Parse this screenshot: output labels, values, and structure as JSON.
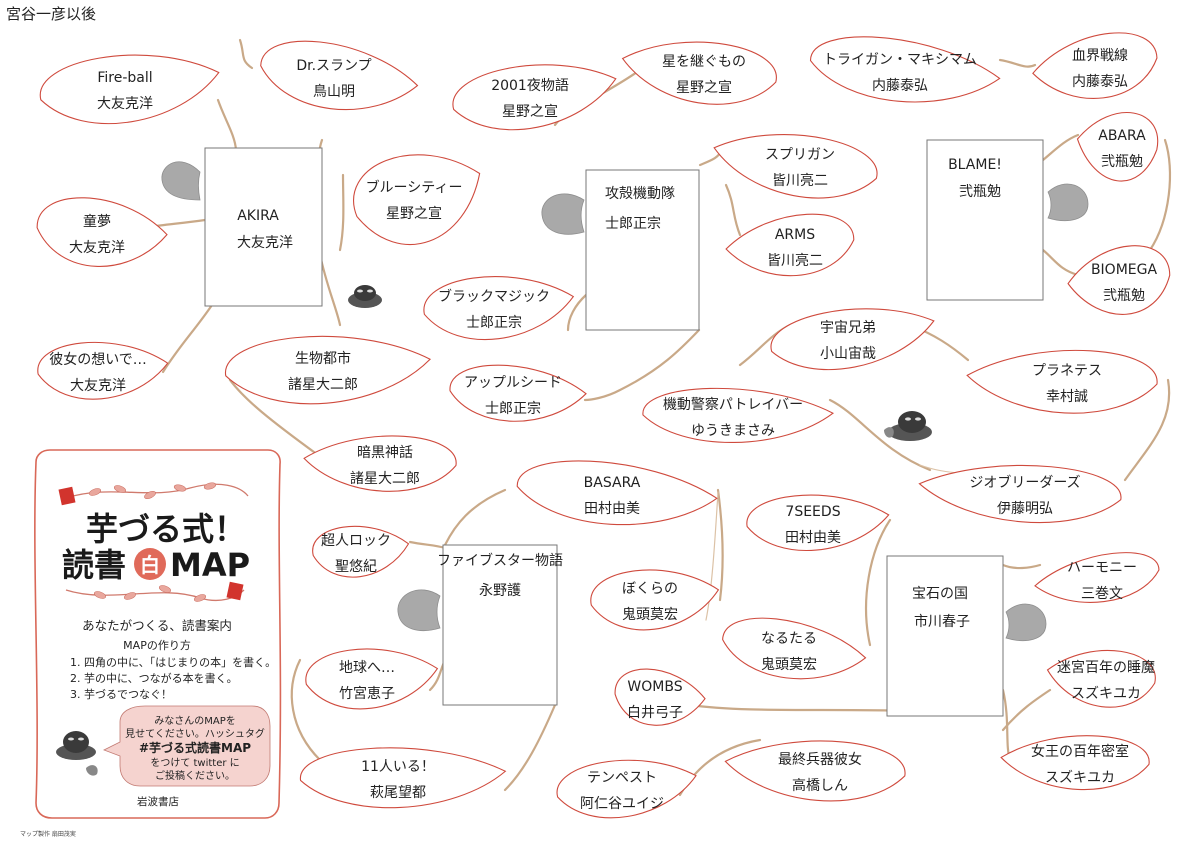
{
  "header": {
    "title": "宮谷一彦以後"
  },
  "start_books": [
    {
      "id": "akira",
      "title": "AKIRA",
      "author": "大友克洋"
    },
    {
      "id": "kokaku",
      "title": "攻殻機動隊",
      "author": "士郎正宗"
    },
    {
      "id": "blame",
      "title": "BLAME!",
      "author": "弐瓶勉"
    },
    {
      "id": "five-star",
      "title": "ファイブスター物語",
      "author": "永野護"
    },
    {
      "id": "houseki",
      "title": "宝石の国",
      "author": "市川春子"
    }
  ],
  "linked_books": [
    {
      "title": "Fire-ball",
      "author": "大友克洋"
    },
    {
      "title": "童夢",
      "author": "大友克洋"
    },
    {
      "title": "彼女の想いで…",
      "author": "大友克洋"
    },
    {
      "title": "Dr.スランプ",
      "author": "鳥山明"
    },
    {
      "title": "ブルーシティー",
      "author": "星野之宣"
    },
    {
      "title": "生物都市",
      "author": "諸星大二郎"
    },
    {
      "title": "暗黒神話",
      "author": "諸星大二郎"
    },
    {
      "title": "2001夜物語",
      "author": "星野之宣"
    },
    {
      "title": "星を継ぐもの",
      "author": "星野之宣"
    },
    {
      "title": "ブラックマジック",
      "author": "士郎正宗"
    },
    {
      "title": "アップルシード",
      "author": "士郎正宗"
    },
    {
      "title": "スプリガン",
      "author": "皆川亮二"
    },
    {
      "title": "ARMS",
      "author": "皆川亮二"
    },
    {
      "title": "トライガン・マキシマム",
      "author": "内藤泰弘"
    },
    {
      "title": "血界戦線",
      "author": "内藤泰弘"
    },
    {
      "title": "ABARA",
      "author": "弐瓶勉"
    },
    {
      "title": "BIOMEGA",
      "author": "弐瓶勉"
    },
    {
      "title": "宇宙兄弟",
      "author": "小山宙哉"
    },
    {
      "title": "プラネテス",
      "author": "幸村誠"
    },
    {
      "title": "機動警察パトレイバー",
      "author": "ゆうきまさみ"
    },
    {
      "title": "ジオブリーダーズ",
      "author": "伊藤明弘"
    },
    {
      "title": "BASARA",
      "author": "田村由美"
    },
    {
      "title": "7SEEDS",
      "author": "田村由美"
    },
    {
      "title": "ぼくらの",
      "author": "鬼頭莫宏"
    },
    {
      "title": "なるたる",
      "author": "鬼頭莫宏"
    },
    {
      "title": "超人ロック",
      "author": "聖悠紀"
    },
    {
      "title": "地球へ…",
      "author": "竹宮恵子"
    },
    {
      "title": "11人いる！",
      "author": "萩尾望都"
    },
    {
      "title": "WOMBS",
      "author": "白井弓子"
    },
    {
      "title": "テンペスト",
      "author": "阿仁谷ユイジ"
    },
    {
      "title": "最終兵器彼女",
      "author": "高橋しん"
    },
    {
      "title": "ハーモニー",
      "author": "三巻文"
    },
    {
      "title": "迷宮百年の睡魔",
      "author": "スズキユカ"
    },
    {
      "title": "女王の百年密室",
      "author": "スズキユカ"
    }
  ],
  "card": {
    "title_line1": "芋づる式！",
    "title_line2_pre": "読書",
    "title_badge": "白",
    "title_line2_post": "MAP",
    "subtitle": "あなたがつくる、読書案内",
    "howto_heading": "MAPの作り方",
    "steps": [
      "1. 四角の中に、「はじまりの本」を書く。",
      "2. 芋の中に、つながる本を書く。",
      "3. 芋づるでつなぐ！"
    ],
    "bubble": [
      "みなさんのMAPを",
      "見せてください。ハッシュタグ",
      "#芋づる式読書MAP",
      "をつけて twitter に",
      "ご投稿ください。"
    ],
    "publisher": "岩波書店"
  },
  "credit": "マップ製作 扇田茂実",
  "colors": {
    "leaf_stroke": "#cf4a3d",
    "vine": "#c9a988",
    "card_frame": "#d96858",
    "badge": "#e06a5a",
    "gray_leaf": "#a9a9a9"
  }
}
